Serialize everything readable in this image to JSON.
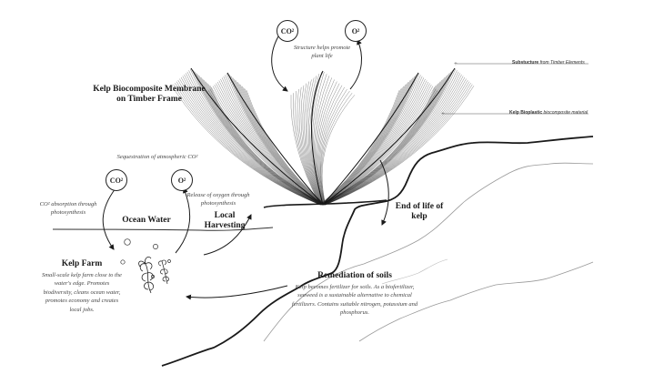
{
  "title_label": "Kelp Biocomposite Membrane on Timber Frame",
  "top_cycle": {
    "co2": "CO²",
    "o2": "O²",
    "caption": "Structure helps promote plant life"
  },
  "annotations": {
    "substructure_bold": "Substucture",
    "substructure_rest": "from Timber Elements",
    "membrane_bold": "Kelp Bioplastic",
    "membrane_rest": "biocomposite material"
  },
  "ocean_cycle": {
    "sequestration": "Sequestration of atmospheric CO²",
    "co2": "CO²",
    "o2": "O²",
    "absorption": "CO² absorption through photosynthesis",
    "release": "Release of oxygen through photosynthesis"
  },
  "labels": {
    "ocean_water": "Ocean Water",
    "local_harvesting": "Local Harvesting",
    "end_of_life": "End of life of kelp"
  },
  "kelp_farm": {
    "title": "Kelp Farm",
    "description": "Small-scale kelp farm close to the water's edge. Promotes biodiversity, cleans ocean water, promotes economy and creates local jobs."
  },
  "remediation": {
    "title": "Remediation of soils",
    "description": "Kelp becomes fertilizer for soils. As a biofertilizer, seaweed is a sustainable alternative to chemical fertilizers. Contains suitable nitrogen, potassium and phosphorus."
  },
  "colors": {
    "ink": "#1a1a1a",
    "soft_line": "#999999"
  }
}
